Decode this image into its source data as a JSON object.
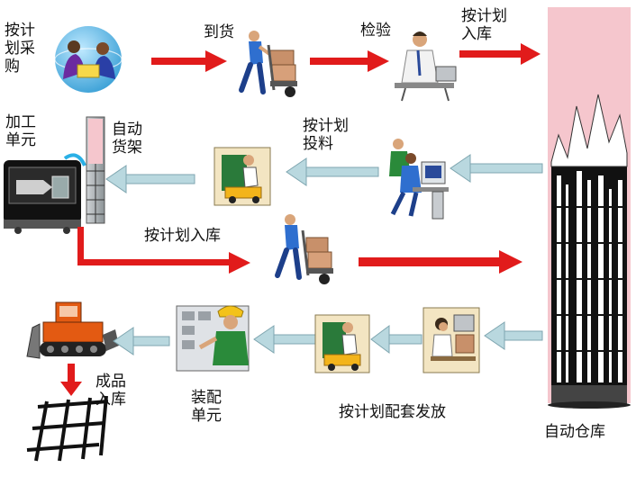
{
  "labels": {
    "purchase": "按计划采购",
    "arrival": "到货",
    "inspection": "检验",
    "to_warehouse_top": "按计划入库",
    "machining_unit": "加工单元",
    "auto_shelf": "自动货架",
    "feed_by_plan": "按计划投料",
    "to_warehouse_mid": "按计划入库",
    "finished_goods": "成品入库",
    "assembly_unit": "装配单元",
    "kit_dispatch": "按计划配套发放",
    "auto_warehouse": "自动仓库"
  },
  "icons": {
    "purchase": "handshake-globe-icon",
    "arrival": "hand-truck-worker-icon",
    "inspection": "inspector-desk-icon",
    "warehouse": "high-rise-warehouse-icon",
    "feeding": "computer-operators-icon",
    "forklift_top": "forklift-worker-icon",
    "machining": "machining-center-icon",
    "shelf": "storage-rack-icon",
    "worker_mid": "hand-truck-worker-icon",
    "picking": "office-worker-icon",
    "forklift_bottom": "forklift-worker-icon",
    "assembly": "assembly-worker-icon",
    "finished_tractor": "bulldozer-icon",
    "finished_rack": "pallet-rack-icon"
  },
  "colors": {
    "flow_red": "#e11b1b",
    "return_blue": "#b9d8df",
    "warehouse_pink": "#f5c6cd"
  }
}
